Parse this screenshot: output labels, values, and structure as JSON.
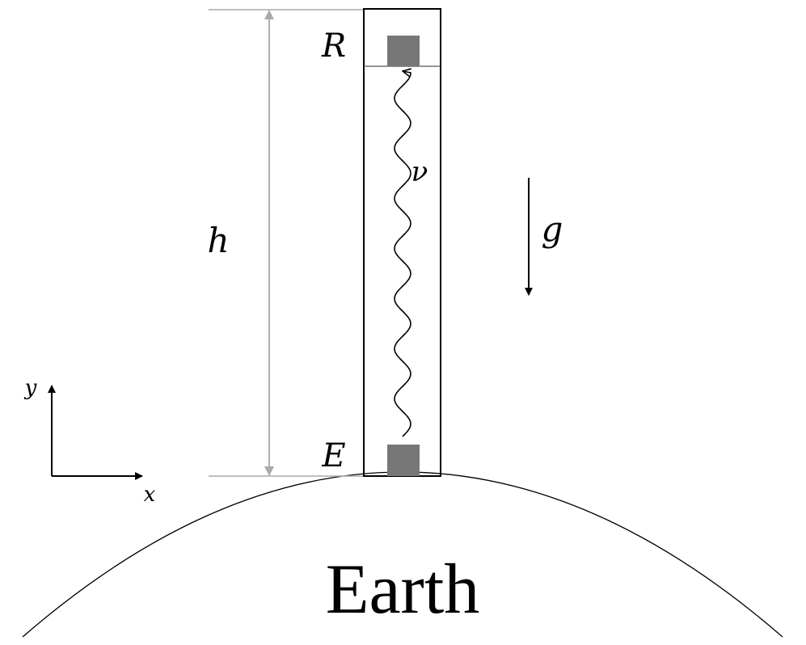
{
  "labels": {
    "receiver": "R",
    "emitter": "E",
    "height": "h",
    "frequency": "ν",
    "gravity": "g",
    "axis_y": "y",
    "axis_x": "x",
    "planet": "Earth"
  },
  "colors": {
    "ink": "#000000",
    "block": "#777777",
    "dimension": "#aaaaaa"
  }
}
